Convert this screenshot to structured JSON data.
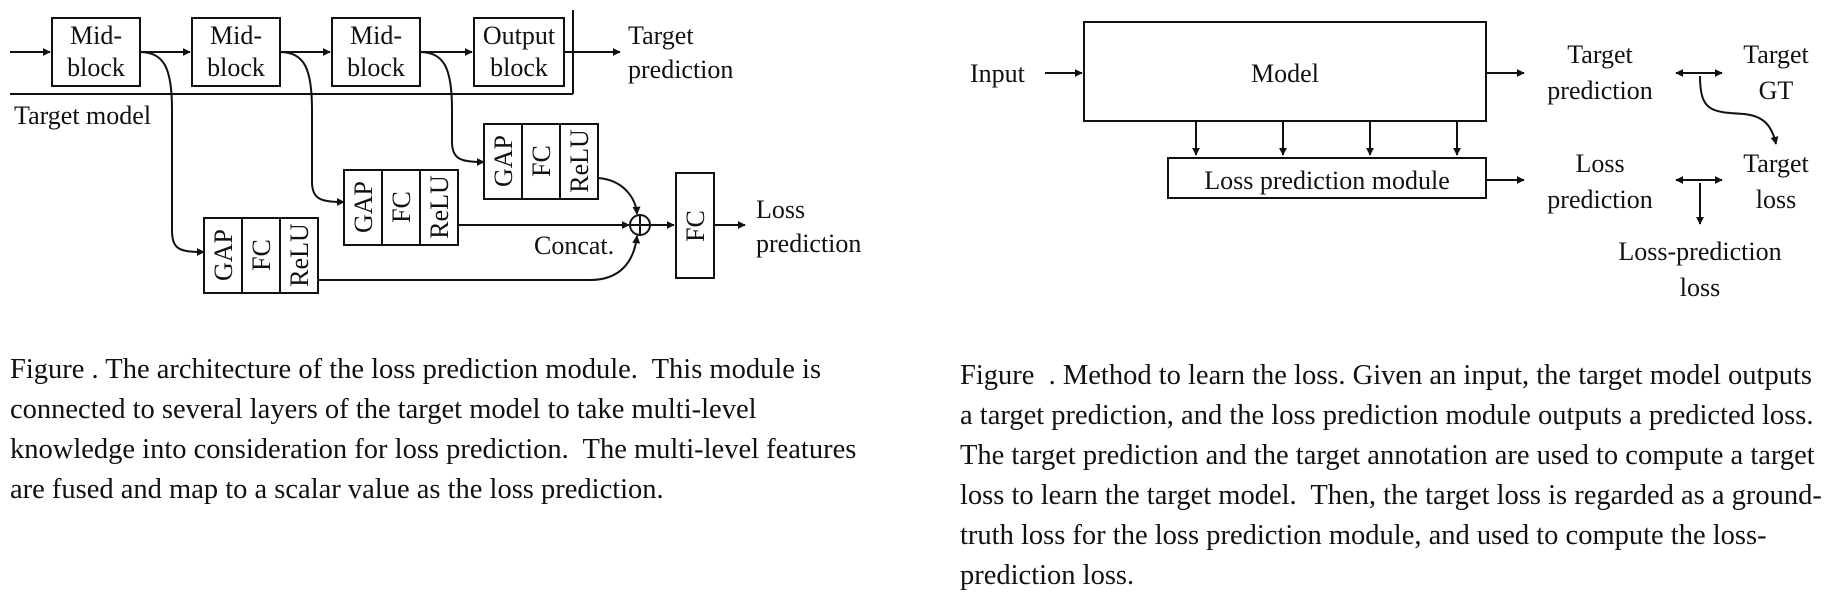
{
  "fig1": {
    "blocks": [
      {
        "line1": "Mid-",
        "line2": "block"
      },
      {
        "line1": "Mid-",
        "line2": "block"
      },
      {
        "line1": "Mid-",
        "line2": "block"
      },
      {
        "line1": "Output",
        "line2": "block"
      }
    ],
    "target_prediction": {
      "line1": "Target",
      "line2": "prediction"
    },
    "target_model_label": "Target model",
    "branch_cells": [
      "GAP",
      "FC",
      "ReLU"
    ],
    "concat_label": "Concat.",
    "final_fc": "FC",
    "loss_prediction": {
      "line1": "Loss",
      "line2": "prediction"
    },
    "caption_label": "Figure",
    "caption_text": " . The architecture of the loss prediction module.  This module is connected to several layers of the target model to take multi-level knowledge into consideration for loss prediction.  The multi-level features are fused and map to a scalar value as the loss prediction."
  },
  "fig2": {
    "input_label": "Input",
    "model_label": "Model",
    "loss_module_label": "Loss prediction module",
    "target_prediction": {
      "line1": "Target",
      "line2": "prediction"
    },
    "target_gt": {
      "line1": "Target",
      "line2": "GT"
    },
    "loss_prediction": {
      "line1": "Loss",
      "line2": "prediction"
    },
    "target_loss": {
      "line1": "Target",
      "line2": "loss"
    },
    "loss_prediction_loss": {
      "line1": "Loss-prediction",
      "line2": "loss"
    },
    "caption_label": "Figure",
    "caption_text": "  . Method to learn the loss. Given an input, the target model outputs a target prediction, and the loss prediction module outputs a predicted loss. The target prediction and the target annotation are used to compute a target loss to learn the target model.  Then, the target loss is regarded as a ground-truth loss for the loss prediction module, and used to compute the loss-prediction loss."
  }
}
